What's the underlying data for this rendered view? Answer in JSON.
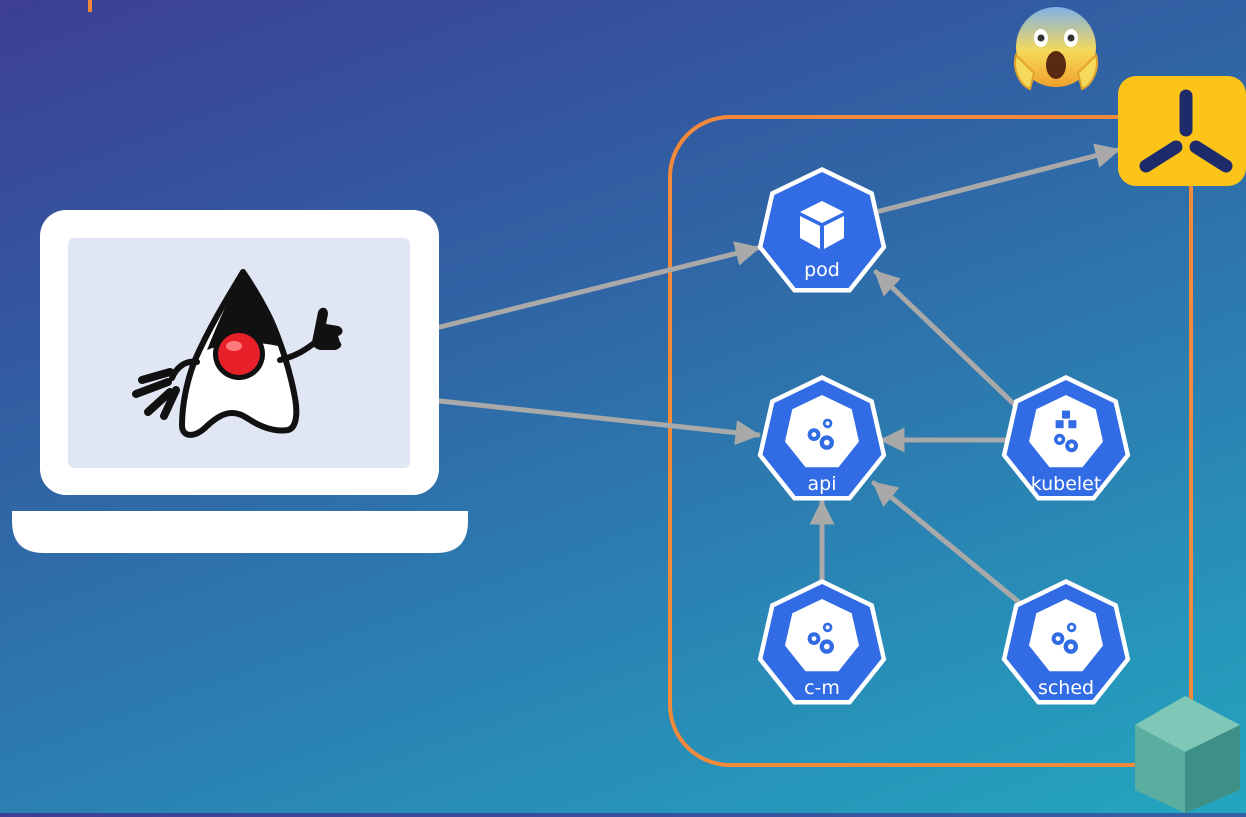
{
  "nodes": {
    "pod": {
      "label": "pod",
      "icon": "cube-icon"
    },
    "api": {
      "label": "api",
      "icon": "gears-icon"
    },
    "kubelet": {
      "label": "kubelet",
      "icon": "gears-with-cubes-icon"
    },
    "cm": {
      "label": "c-m",
      "icon": "gears-icon"
    },
    "sched": {
      "label": "sched",
      "icon": "gears-icon"
    }
  },
  "edges": [
    {
      "from": "developer-laptop",
      "to": "pod"
    },
    {
      "from": "developer-laptop",
      "to": "api"
    },
    {
      "from": "pod",
      "to": "external-service"
    },
    {
      "from": "kubelet",
      "to": "pod"
    },
    {
      "from": "kubelet",
      "to": "api"
    },
    {
      "from": "cm",
      "to": "api"
    },
    {
      "from": "sched",
      "to": "api"
    }
  ],
  "decorations": {
    "laptop": "laptop-with-java-duke-mascot",
    "reaction": "screaming-face-emoji",
    "external_service": "yellow-tri-spoke-logo",
    "corner": "teal-cube"
  },
  "colors": {
    "cluster_border": "#f28a3a",
    "node_fill": "#326ce5",
    "edge": "#a9a9a9",
    "service_tile": "#fcc419"
  }
}
